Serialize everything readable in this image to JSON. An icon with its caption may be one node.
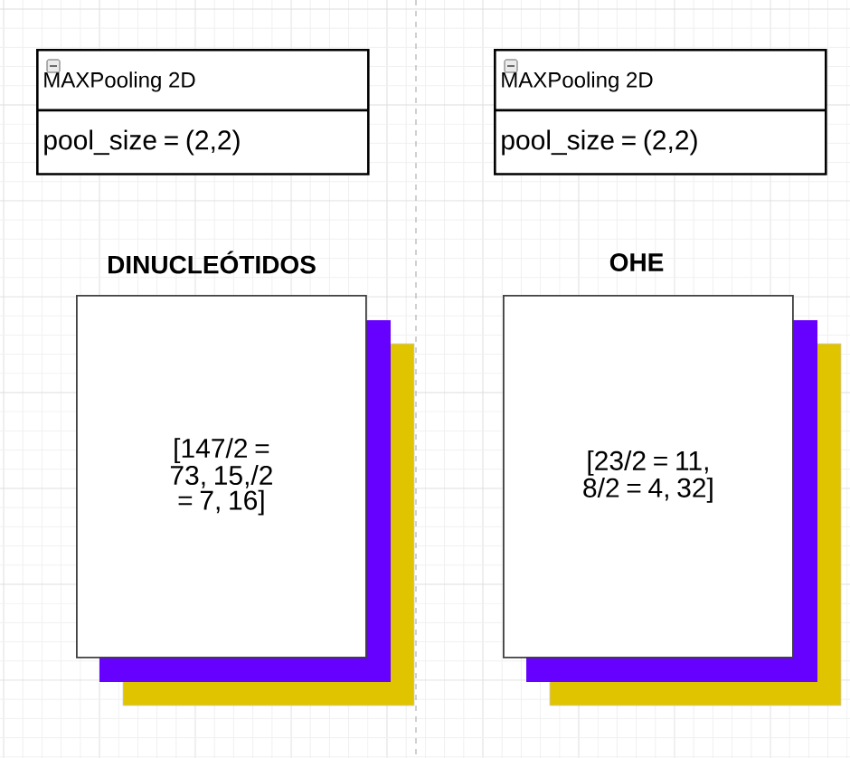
{
  "diagram": {
    "nodes": [
      {
        "text": [
          "MAXPooling 2D",
          "pool_size = (2,2)"
        ]
      },
      {
        "text": [
          "MAXPooling 2D",
          "pool_size = (2,2)"
        ]
      },
      {
        "text": [
          "[147/2 = 73, 15,/2 = 7, 16]"
        ]
      },
      {
        "text": [
          "[23/2 = 11, 8/2 = 4, 32]"
        ]
      }
    ],
    "edges": [],
    "labels": [
      "DINUCLEÓTIDOS",
      "OHE"
    ]
  }
}
